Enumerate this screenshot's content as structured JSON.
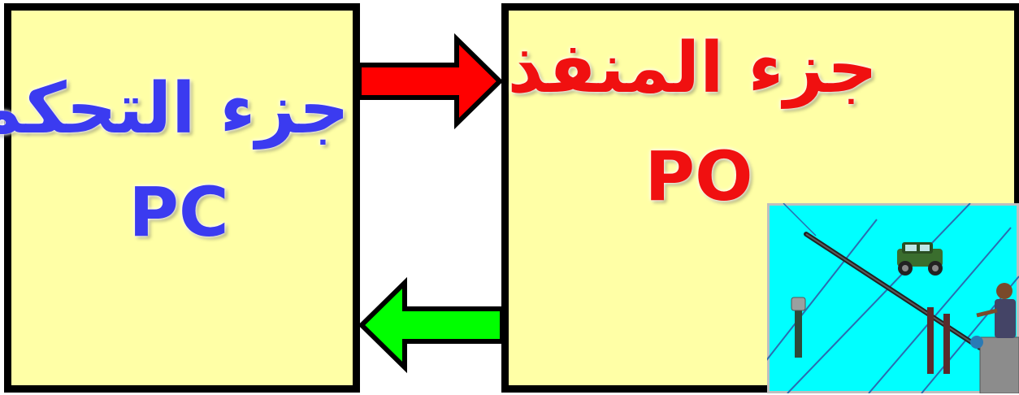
{
  "control_part": {
    "arabic_label": "جزء التحكم",
    "code": "PC",
    "text_color": "#3b3bf0"
  },
  "operative_part": {
    "arabic_label": "جزء المنفذ",
    "code": "PO",
    "text_color": "#f01010"
  },
  "arrows": {
    "to_operative": {
      "direction": "right",
      "color": "#ff0000"
    },
    "to_control": {
      "direction": "left",
      "color": "#00ff00"
    }
  },
  "box_fill": "#ffffa6",
  "illustration": {
    "icon": "parking-barrier-illustration",
    "sky_color": "#00ffff"
  }
}
